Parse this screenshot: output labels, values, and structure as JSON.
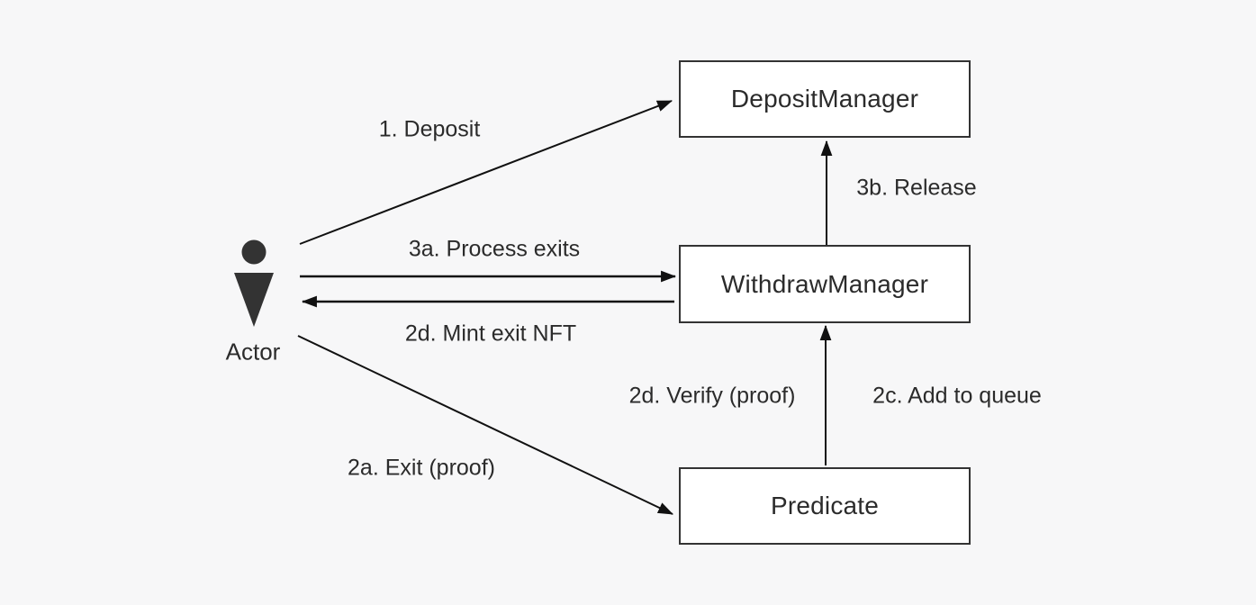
{
  "diagram": {
    "actor": {
      "label": "Actor"
    },
    "nodes": {
      "deposit_manager": {
        "label": "DepositManager"
      },
      "withdraw_manager": {
        "label": "WithdrawManager"
      },
      "predicate": {
        "label": "Predicate"
      }
    },
    "edges": {
      "deposit": {
        "label": "1. Deposit",
        "from": "Actor",
        "to": "DepositManager"
      },
      "process_exits": {
        "label": "3a. Process exits",
        "from": "Actor",
        "to": "WithdrawManager"
      },
      "mint_exit_nft": {
        "label": "2d. Mint exit NFT",
        "from": "WithdrawManager",
        "to": "Actor"
      },
      "exit_proof": {
        "label": "2a. Exit (proof)",
        "from": "Actor",
        "to": "Predicate"
      },
      "release": {
        "label": "3b. Release",
        "from": "WithdrawManager",
        "to": "DepositManager"
      },
      "add_to_queue": {
        "label": "2c. Add to queue",
        "from": "Predicate",
        "to": "WithdrawManager"
      },
      "verify_proof": {
        "label": "2d. Verify (proof)",
        "from": "Predicate",
        "to": "WithdrawManager"
      }
    },
    "colors": {
      "background": "#f7f7f8",
      "node_fill": "#ffffff",
      "node_border": "#333333",
      "line": "#111111",
      "text": "#2b2b2b",
      "actor_fill": "#333333"
    }
  }
}
